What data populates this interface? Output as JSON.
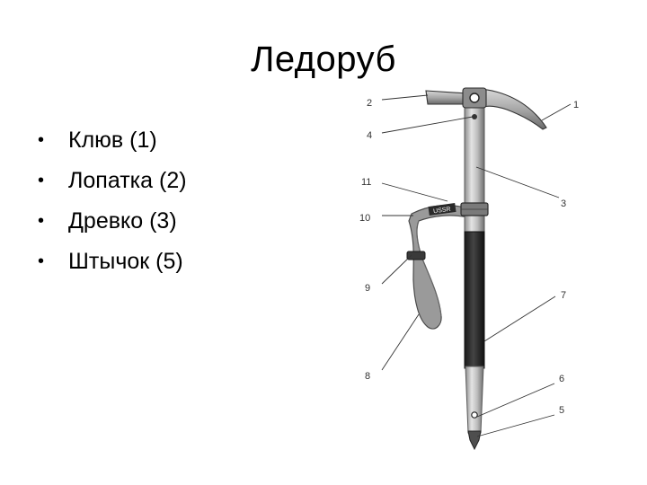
{
  "slide": {
    "title": "Ледоруб",
    "bullets": [
      "Клюв (1)",
      "Лопатка (2)",
      "Древко (3)",
      "Штычок (5)"
    ]
  },
  "diagram": {
    "callouts": [
      "1",
      "2",
      "3",
      "4",
      "5",
      "6",
      "7",
      "8",
      "9",
      "10",
      "11"
    ]
  }
}
